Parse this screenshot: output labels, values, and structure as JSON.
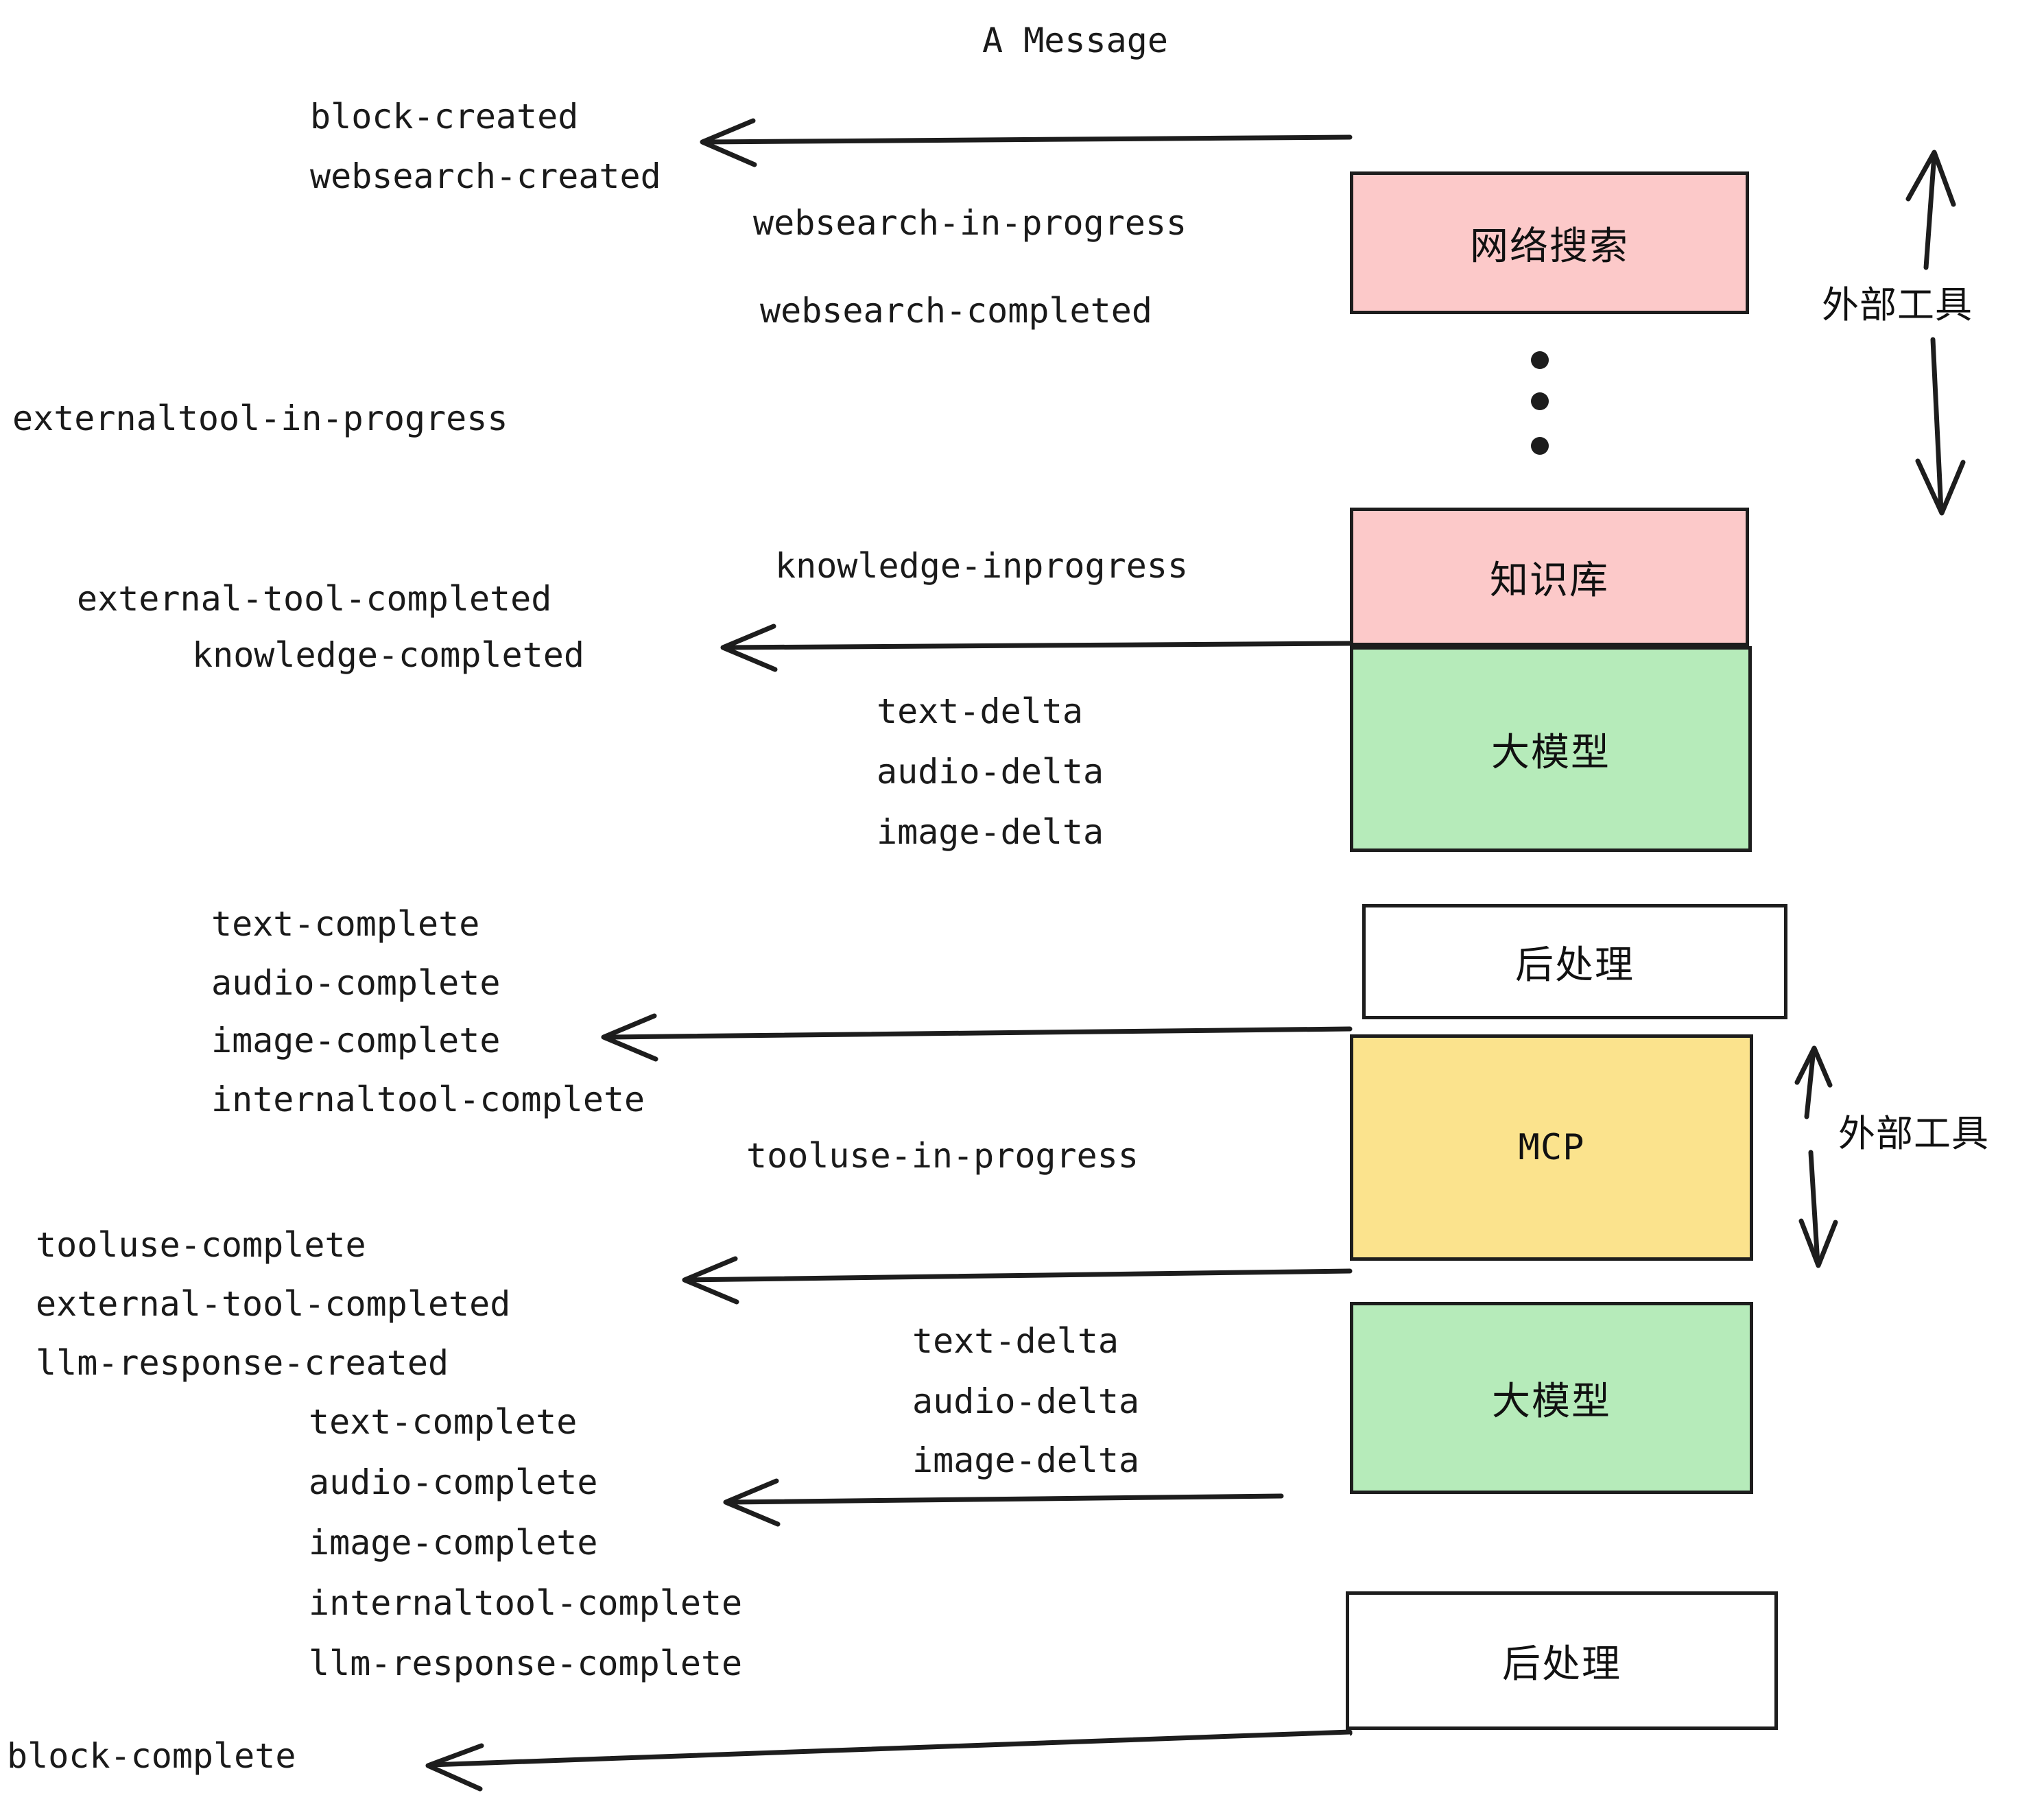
{
  "diagram": {
    "title": "A Message",
    "colors": {
      "external_tool_fill": "#fcc9c9",
      "llm_fill": "#b6ebba",
      "mcp_fill": "#fbe38d",
      "postprocess_fill": "#ffffff",
      "stroke": "#1d1d1d",
      "text": "#1a1a1a",
      "background": "#ffffff"
    },
    "nodes": [
      {
        "id": "websearch",
        "label": "网络搜索",
        "fill": "#fcc9c9",
        "mono": false
      },
      {
        "id": "knowledge",
        "label": "知识库",
        "fill": "#fcc9c9",
        "mono": false
      },
      {
        "id": "llm-1",
        "label": "大模型",
        "fill": "#b6ebba",
        "mono": false
      },
      {
        "id": "postprocess-1",
        "label": "后处理",
        "fill": "#ffffff",
        "mono": false
      },
      {
        "id": "mcp",
        "label": "MCP",
        "fill": "#fbe38d",
        "mono": true
      },
      {
        "id": "llm-2",
        "label": "大模型",
        "fill": "#b6ebba",
        "mono": false
      },
      {
        "id": "postprocess-2",
        "label": "后处理",
        "fill": "#ffffff",
        "mono": false
      }
    ],
    "side_labels": [
      {
        "id": "external-tool-top",
        "text": "外部工具"
      },
      {
        "id": "external-tool-bottom",
        "text": "外部工具"
      }
    ],
    "events": [
      {
        "id": "e01",
        "text": "block-created"
      },
      {
        "id": "e02",
        "text": "websearch-created"
      },
      {
        "id": "e03",
        "text": "websearch-in-progress"
      },
      {
        "id": "e04",
        "text": "websearch-completed"
      },
      {
        "id": "e05",
        "text": "externaltool-in-progress"
      },
      {
        "id": "e06",
        "text": "knowledge-inprogress"
      },
      {
        "id": "e07",
        "text": "external-tool-completed"
      },
      {
        "id": "e08",
        "text": "knowledge-completed"
      },
      {
        "id": "e09",
        "text": "text-delta"
      },
      {
        "id": "e10",
        "text": "audio-delta"
      },
      {
        "id": "e11",
        "text": "image-delta"
      },
      {
        "id": "e12",
        "text": "text-complete"
      },
      {
        "id": "e13",
        "text": "audio-complete"
      },
      {
        "id": "e14",
        "text": "image-complete"
      },
      {
        "id": "e15",
        "text": "internaltool-complete"
      },
      {
        "id": "e16",
        "text": "tooluse-in-progress"
      },
      {
        "id": "e17",
        "text": "tooluse-complete"
      },
      {
        "id": "e18",
        "text": "external-tool-completed"
      },
      {
        "id": "e19",
        "text": "llm-response-created"
      },
      {
        "id": "e20",
        "text": "text-complete"
      },
      {
        "id": "e21",
        "text": "audio-complete"
      },
      {
        "id": "e22",
        "text": "image-complete"
      },
      {
        "id": "e23",
        "text": "internaltool-complete"
      },
      {
        "id": "e24",
        "text": "llm-response-complete"
      },
      {
        "id": "e25",
        "text": "text-delta"
      },
      {
        "id": "e26",
        "text": "audio-delta"
      },
      {
        "id": "e27",
        "text": "image-delta"
      },
      {
        "id": "e28",
        "text": "block-complete"
      }
    ]
  }
}
